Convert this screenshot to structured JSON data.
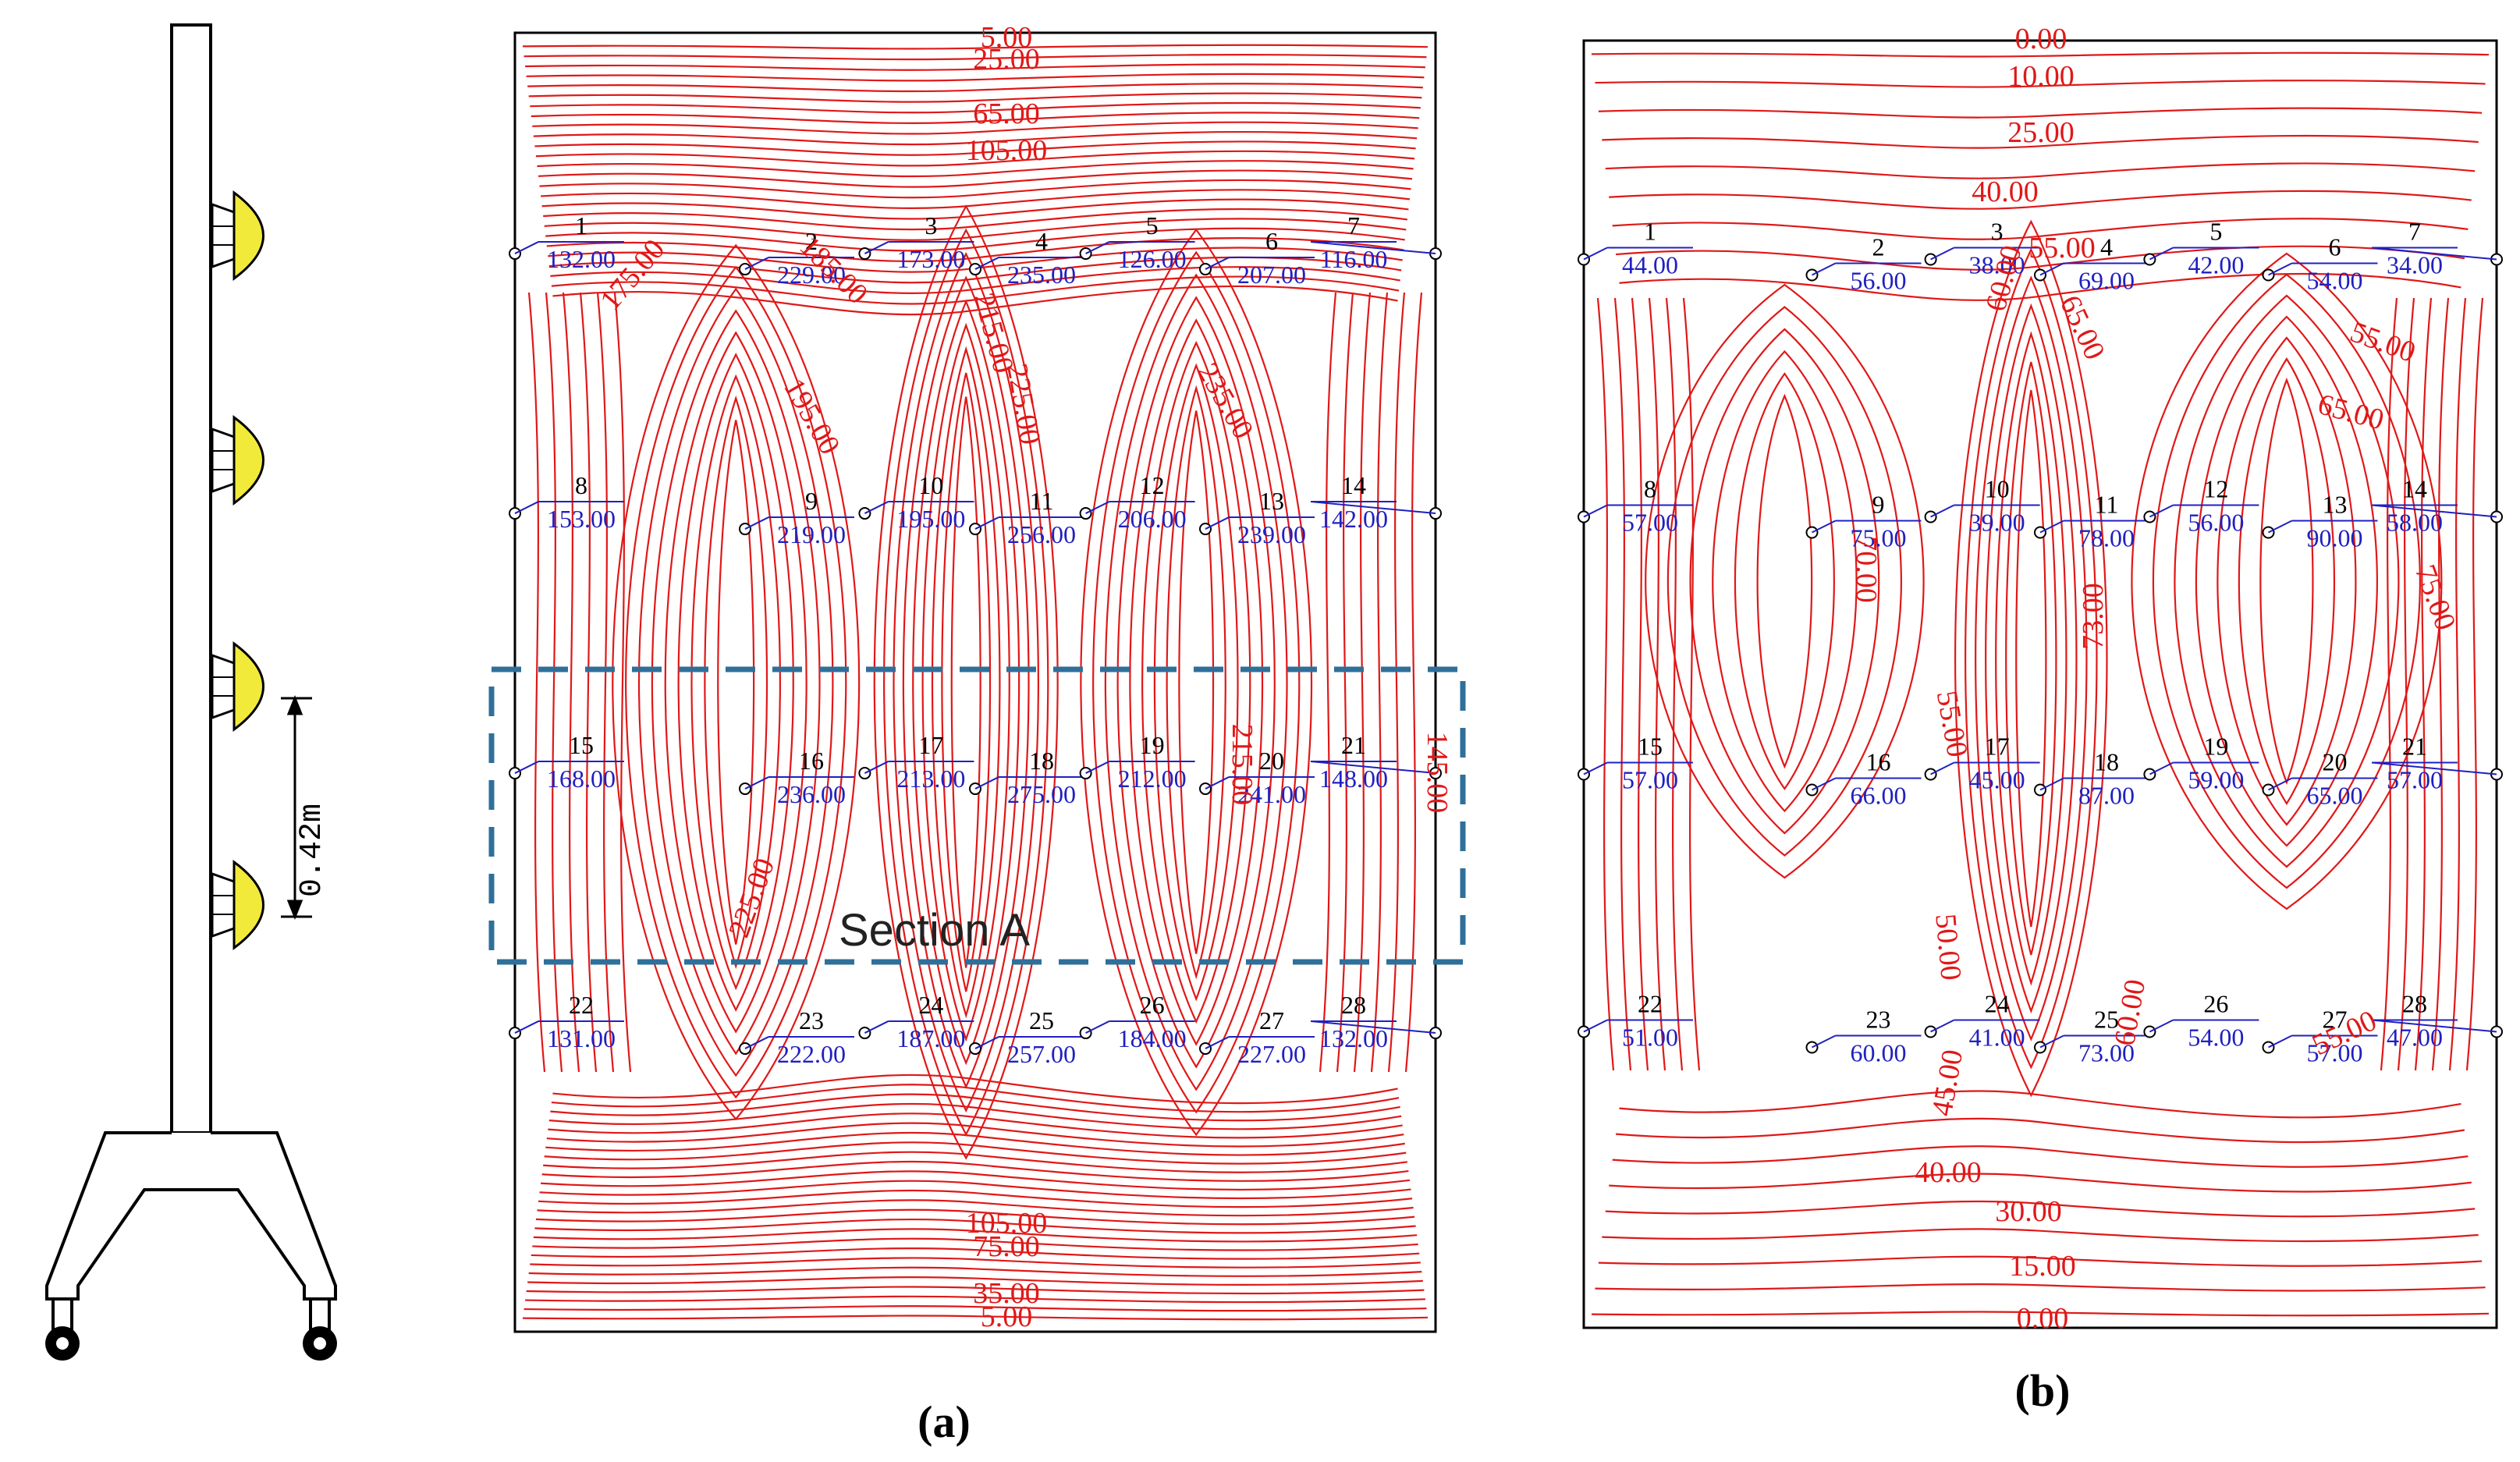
{
  "colors": {
    "contour": "#e01818",
    "label_blue": "#2020c0",
    "section_box": "#2f6f9a",
    "lamp_yellow": "#f2ea3a"
  },
  "stand": {
    "dimension_label": "0.42m"
  },
  "section_label": "Section A",
  "panel_a": {
    "caption": "(a)",
    "contour_labels": [
      "5.00",
      "25.00",
      "65.00",
      "105.00",
      "175.00",
      "185.00",
      "195.00",
      "215.00",
      "225.00",
      "235.00",
      "215.00",
      "145.00",
      "225.00",
      "105.00",
      "75.00",
      "35.00",
      "5.00"
    ],
    "points": [
      {
        "id": "1",
        "value": "132.00"
      },
      {
        "id": "2",
        "value": "229.00"
      },
      {
        "id": "3",
        "value": "173.00"
      },
      {
        "id": "4",
        "value": "235.00"
      },
      {
        "id": "5",
        "value": "126.00"
      },
      {
        "id": "6",
        "value": "207.00"
      },
      {
        "id": "7",
        "value": "116.00"
      },
      {
        "id": "8",
        "value": "153.00"
      },
      {
        "id": "9",
        "value": "219.00"
      },
      {
        "id": "10",
        "value": "195.00"
      },
      {
        "id": "11",
        "value": "256.00"
      },
      {
        "id": "12",
        "value": "206.00"
      },
      {
        "id": "13",
        "value": "239.00"
      },
      {
        "id": "14",
        "value": "142.00"
      },
      {
        "id": "15",
        "value": "168.00"
      },
      {
        "id": "16",
        "value": "236.00"
      },
      {
        "id": "17",
        "value": "213.00"
      },
      {
        "id": "18",
        "value": "275.00"
      },
      {
        "id": "19",
        "value": "212.00"
      },
      {
        "id": "20",
        "value": "241.00"
      },
      {
        "id": "21",
        "value": "148.00"
      },
      {
        "id": "22",
        "value": "131.00"
      },
      {
        "id": "23",
        "value": "222.00"
      },
      {
        "id": "24",
        "value": "187.00"
      },
      {
        "id": "25",
        "value": "257.00"
      },
      {
        "id": "26",
        "value": "184.00"
      },
      {
        "id": "27",
        "value": "227.00"
      },
      {
        "id": "28",
        "value": "132.00"
      }
    ]
  },
  "panel_b": {
    "caption": "(b)",
    "contour_labels": [
      "0.00",
      "10.00",
      "25.00",
      "40.00",
      "55.00",
      "60.00",
      "65.00",
      "55.00",
      "65.00",
      "70.00",
      "75.00",
      "73.00",
      "55.00",
      "50.00",
      "45.00",
      "60.00",
      "55.00",
      "40.00",
      "30.00",
      "15.00",
      "0.00"
    ],
    "points": [
      {
        "id": "1",
        "value": "44.00"
      },
      {
        "id": "2",
        "value": "56.00"
      },
      {
        "id": "3",
        "value": "38.00"
      },
      {
        "id": "4",
        "value": "69.00"
      },
      {
        "id": "5",
        "value": "42.00"
      },
      {
        "id": "6",
        "value": "54.00"
      },
      {
        "id": "7",
        "value": "34.00"
      },
      {
        "id": "8",
        "value": "57.00"
      },
      {
        "id": "9",
        "value": "75.00"
      },
      {
        "id": "10",
        "value": "39.00"
      },
      {
        "id": "11",
        "value": "78.00"
      },
      {
        "id": "12",
        "value": "56.00"
      },
      {
        "id": "13",
        "value": "90.00"
      },
      {
        "id": "14",
        "value": "58.00"
      },
      {
        "id": "15",
        "value": "57.00"
      },
      {
        "id": "16",
        "value": "66.00"
      },
      {
        "id": "17",
        "value": "45.00"
      },
      {
        "id": "18",
        "value": "87.00"
      },
      {
        "id": "19",
        "value": "59.00"
      },
      {
        "id": "20",
        "value": "65.00"
      },
      {
        "id": "21",
        "value": "57.00"
      },
      {
        "id": "22",
        "value": "51.00"
      },
      {
        "id": "23",
        "value": "60.00"
      },
      {
        "id": "24",
        "value": "41.00"
      },
      {
        "id": "25",
        "value": "73.00"
      },
      {
        "id": "26",
        "value": "54.00"
      },
      {
        "id": "27",
        "value": "57.00"
      },
      {
        "id": "28",
        "value": "47.00"
      }
    ]
  }
}
